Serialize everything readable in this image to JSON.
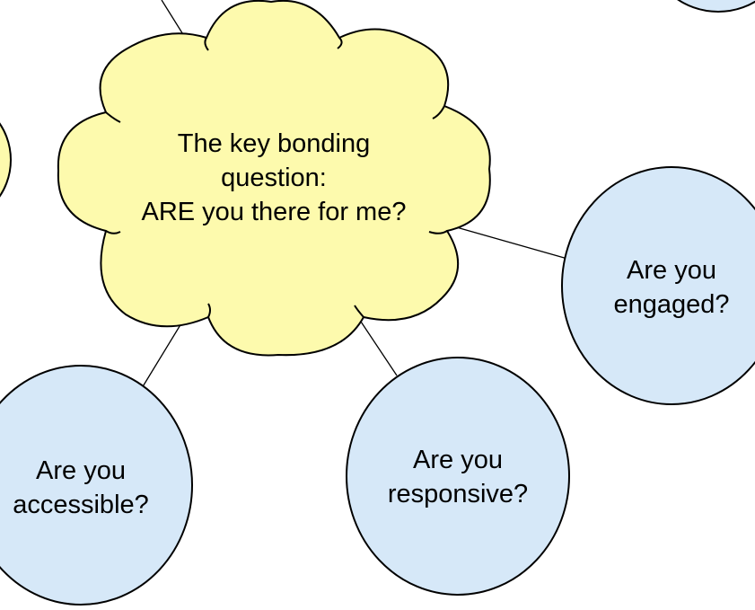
{
  "colors": {
    "cloud_fill": "#fdfaad",
    "circle_fill": "#d6e8f8",
    "stroke": "#000000"
  },
  "center": {
    "shape": "cloud",
    "lines": [
      "The key bonding",
      "question:",
      "ARE you there for me?"
    ]
  },
  "nodes": {
    "engaged": {
      "shape": "circle",
      "lines": [
        "Are you",
        "engaged?"
      ]
    },
    "accessible": {
      "shape": "circle",
      "lines": [
        "Are you",
        "accessible?"
      ]
    },
    "responsive": {
      "shape": "circle",
      "lines": [
        "Are you",
        "responsive?"
      ]
    }
  }
}
